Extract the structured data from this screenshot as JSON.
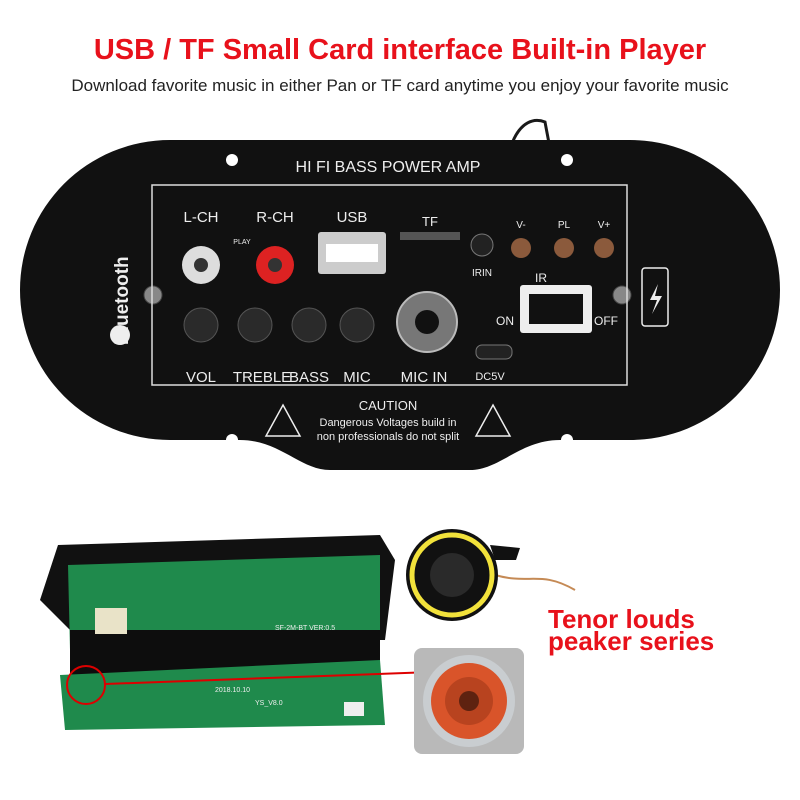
{
  "header": {
    "title": "USB / TF Small Card interface Built-in Player",
    "subtitle": "Download favorite music in either Pan or TF card anytime you enjoy your favorite music"
  },
  "panel": {
    "name": "HI FI BASS POWER AMP",
    "bluetooth_label": "Bluetooth",
    "port_labels": {
      "lch": "L-CH",
      "rch": "R-CH",
      "play": "PLAY",
      "usb": "USB",
      "tf": "TF",
      "irin": "IRIN",
      "vminus": "V-",
      "pl": "PL",
      "vplus": "V+",
      "ir": "IR",
      "on": "ON",
      "off": "OFF",
      "dc5v": "DC5V"
    },
    "knob_labels": {
      "vol": "VOL",
      "treble": "TREBLE",
      "bass": "BASS",
      "mic": "MIC",
      "mic_in": "MIC IN"
    },
    "caution": {
      "title": "CAUTION",
      "line1": "Dangerous Voltages build in",
      "line2": "non professionals do not split"
    }
  },
  "pcb": {
    "silk1": "SF-2M-BT   VER:0.5",
    "silk2": "2018.10.10",
    "silk3": "YS_V8.0"
  },
  "speakers": {
    "caption_line1": "Tenor louds",
    "caption_line2": "peaker series"
  },
  "colors": {
    "accent_red": "#e8111b",
    "panel_black": "#111111",
    "pcb_green": "#1f8a4c",
    "speaker_yellow": "#f2e23b",
    "speaker_orange": "#d9542a"
  }
}
